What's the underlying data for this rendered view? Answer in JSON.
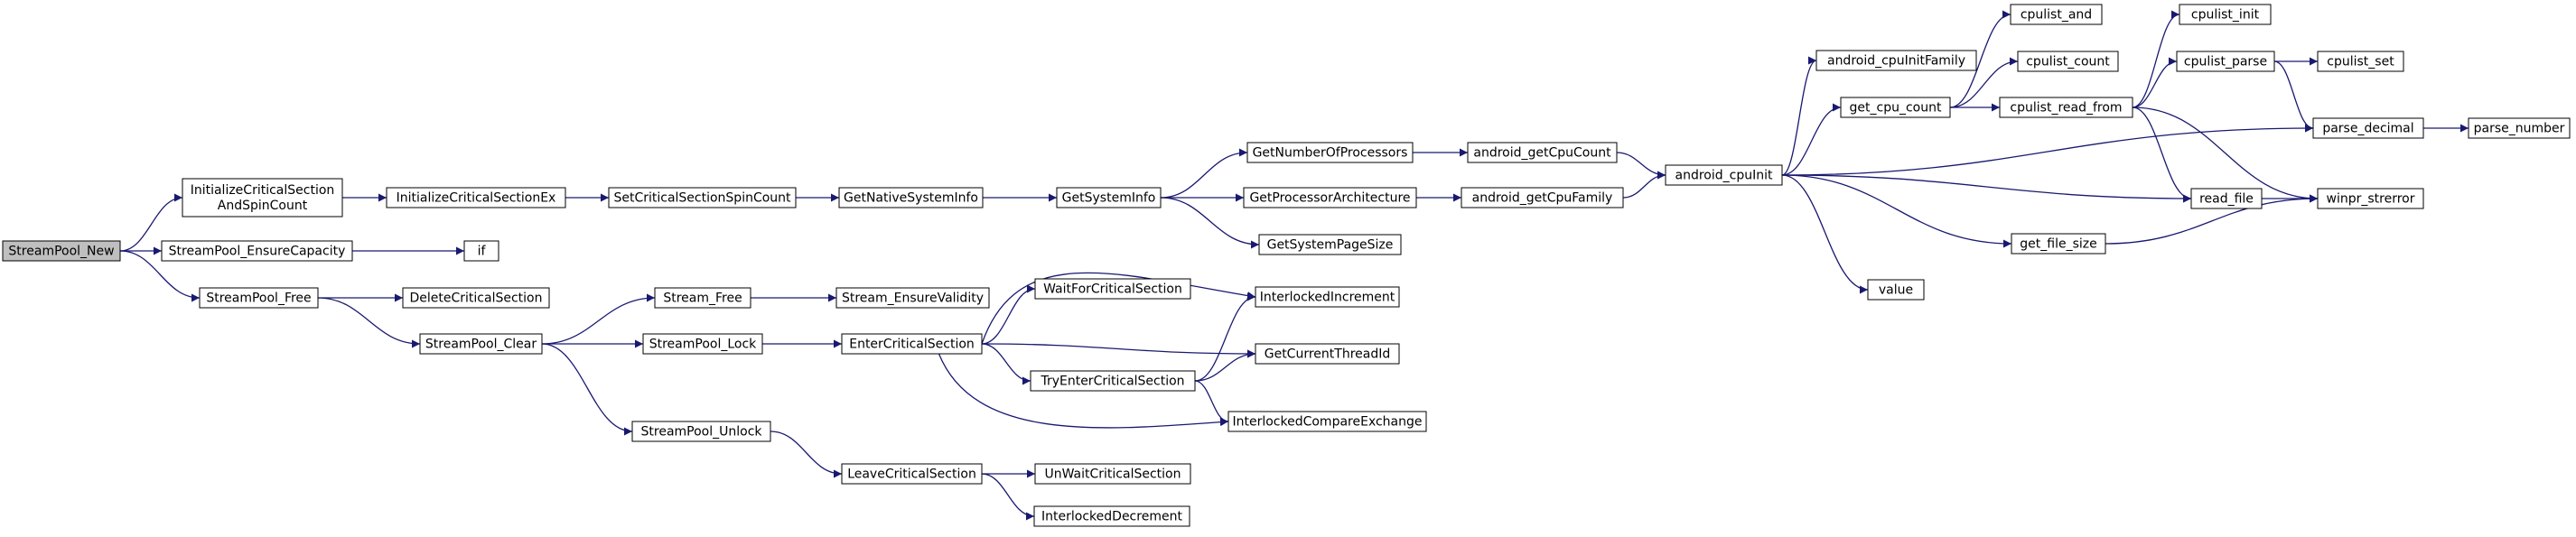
{
  "diagram": {
    "type": "call-graph",
    "colors": {
      "edge": "#191970",
      "root_fill": "#bfbfbf",
      "node_fill": "#ffffff",
      "border": "#000000"
    },
    "nodes": [
      {
        "id": "StreamPool_New",
        "lines": [
          "StreamPool_New"
        ],
        "root": true
      },
      {
        "id": "InitializeCriticalSectionAndSpinCount",
        "lines": [
          "InitializeCriticalSection",
          "AndSpinCount"
        ]
      },
      {
        "id": "StreamPool_EnsureCapacity",
        "lines": [
          "StreamPool_EnsureCapacity"
        ]
      },
      {
        "id": "StreamPool_Free",
        "lines": [
          "StreamPool_Free"
        ]
      },
      {
        "id": "InitializeCriticalSectionEx",
        "lines": [
          "InitializeCriticalSectionEx"
        ]
      },
      {
        "id": "if",
        "lines": [
          "if"
        ]
      },
      {
        "id": "DeleteCriticalSection",
        "lines": [
          "DeleteCriticalSection"
        ]
      },
      {
        "id": "StreamPool_Clear",
        "lines": [
          "StreamPool_Clear"
        ]
      },
      {
        "id": "SetCriticalSectionSpinCount",
        "lines": [
          "SetCriticalSectionSpinCount"
        ]
      },
      {
        "id": "Stream_Free",
        "lines": [
          "Stream_Free"
        ]
      },
      {
        "id": "StreamPool_Lock",
        "lines": [
          "StreamPool_Lock"
        ]
      },
      {
        "id": "StreamPool_Unlock",
        "lines": [
          "StreamPool_Unlock"
        ]
      },
      {
        "id": "GetNativeSystemInfo",
        "lines": [
          "GetNativeSystemInfo"
        ]
      },
      {
        "id": "Stream_EnsureValidity",
        "lines": [
          "Stream_EnsureValidity"
        ]
      },
      {
        "id": "EnterCriticalSection",
        "lines": [
          "EnterCriticalSection"
        ]
      },
      {
        "id": "LeaveCriticalSection",
        "lines": [
          "LeaveCriticalSection"
        ]
      },
      {
        "id": "GetSystemInfo",
        "lines": [
          "GetSystemInfo"
        ]
      },
      {
        "id": "WaitForCriticalSection",
        "lines": [
          "WaitForCriticalSection"
        ]
      },
      {
        "id": "TryEnterCriticalSection",
        "lines": [
          "TryEnterCriticalSection"
        ]
      },
      {
        "id": "UnWaitCriticalSection",
        "lines": [
          "UnWaitCriticalSection"
        ]
      },
      {
        "id": "InterlockedDecrement",
        "lines": [
          "InterlockedDecrement"
        ]
      },
      {
        "id": "GetNumberOfProcessors",
        "lines": [
          "GetNumberOfProcessors"
        ]
      },
      {
        "id": "GetProcessorArchitecture",
        "lines": [
          "GetProcessorArchitecture"
        ]
      },
      {
        "id": "GetSystemPageSize",
        "lines": [
          "GetSystemPageSize"
        ]
      },
      {
        "id": "InterlockedIncrement",
        "lines": [
          "InterlockedIncrement"
        ]
      },
      {
        "id": "GetCurrentThreadId",
        "lines": [
          "GetCurrentThreadId"
        ]
      },
      {
        "id": "InterlockedCompareExchange",
        "lines": [
          "InterlockedCompareExchange"
        ]
      },
      {
        "id": "android_getCpuCount",
        "lines": [
          "android_getCpuCount"
        ]
      },
      {
        "id": "android_getCpuFamily",
        "lines": [
          "android_getCpuFamily"
        ]
      },
      {
        "id": "android_cpuInit",
        "lines": [
          "android_cpuInit"
        ]
      },
      {
        "id": "android_cpuInitFamily",
        "lines": [
          "android_cpuInitFamily"
        ]
      },
      {
        "id": "get_cpu_count",
        "lines": [
          "get_cpu_count"
        ]
      },
      {
        "id": "value",
        "lines": [
          "value"
        ]
      },
      {
        "id": "cpulist_and",
        "lines": [
          "cpulist_and"
        ]
      },
      {
        "id": "cpulist_count",
        "lines": [
          "cpulist_count"
        ]
      },
      {
        "id": "cpulist_read_from",
        "lines": [
          "cpulist_read_from"
        ]
      },
      {
        "id": "get_file_size",
        "lines": [
          "get_file_size"
        ]
      },
      {
        "id": "cpulist_init",
        "lines": [
          "cpulist_init"
        ]
      },
      {
        "id": "cpulist_parse",
        "lines": [
          "cpulist_parse"
        ]
      },
      {
        "id": "read_file",
        "lines": [
          "read_file"
        ]
      },
      {
        "id": "cpulist_set",
        "lines": [
          "cpulist_set"
        ]
      },
      {
        "id": "parse_decimal",
        "lines": [
          "parse_decimal"
        ]
      },
      {
        "id": "winpr_strerror",
        "lines": [
          "winpr_strerror"
        ]
      },
      {
        "id": "parse_number",
        "lines": [
          "parse_number"
        ]
      }
    ],
    "edges": [
      [
        "StreamPool_New",
        "InitializeCriticalSectionAndSpinCount"
      ],
      [
        "StreamPool_New",
        "StreamPool_EnsureCapacity"
      ],
      [
        "StreamPool_New",
        "StreamPool_Free"
      ],
      [
        "InitializeCriticalSectionAndSpinCount",
        "InitializeCriticalSectionEx"
      ],
      [
        "InitializeCriticalSectionEx",
        "SetCriticalSectionSpinCount"
      ],
      [
        "SetCriticalSectionSpinCount",
        "GetNativeSystemInfo"
      ],
      [
        "GetNativeSystemInfo",
        "GetSystemInfo"
      ],
      [
        "GetSystemInfo",
        "GetNumberOfProcessors"
      ],
      [
        "GetSystemInfo",
        "GetProcessorArchitecture"
      ],
      [
        "GetSystemInfo",
        "GetSystemPageSize"
      ],
      [
        "GetNumberOfProcessors",
        "android_getCpuCount"
      ],
      [
        "GetProcessorArchitecture",
        "android_getCpuFamily"
      ],
      [
        "android_getCpuCount",
        "android_cpuInit"
      ],
      [
        "android_getCpuFamily",
        "android_cpuInit"
      ],
      [
        "android_cpuInit",
        "android_cpuInitFamily"
      ],
      [
        "android_cpuInit",
        "get_cpu_count"
      ],
      [
        "android_cpuInit",
        "parse_decimal"
      ],
      [
        "android_cpuInit",
        "read_file"
      ],
      [
        "android_cpuInit",
        "get_file_size"
      ],
      [
        "android_cpuInit",
        "value"
      ],
      [
        "get_cpu_count",
        "cpulist_and"
      ],
      [
        "get_cpu_count",
        "cpulist_count"
      ],
      [
        "get_cpu_count",
        "cpulist_read_from"
      ],
      [
        "cpulist_read_from",
        "cpulist_init"
      ],
      [
        "cpulist_read_from",
        "cpulist_parse"
      ],
      [
        "cpulist_read_from",
        "read_file"
      ],
      [
        "cpulist_read_from",
        "winpr_strerror"
      ],
      [
        "cpulist_parse",
        "cpulist_set"
      ],
      [
        "cpulist_parse",
        "parse_decimal"
      ],
      [
        "parse_decimal",
        "parse_number"
      ],
      [
        "read_file",
        "winpr_strerror"
      ],
      [
        "get_file_size",
        "winpr_strerror"
      ],
      [
        "StreamPool_EnsureCapacity",
        "if"
      ],
      [
        "StreamPool_Free",
        "DeleteCriticalSection"
      ],
      [
        "StreamPool_Free",
        "StreamPool_Clear"
      ],
      [
        "StreamPool_Clear",
        "Stream_Free"
      ],
      [
        "StreamPool_Clear",
        "StreamPool_Lock"
      ],
      [
        "StreamPool_Clear",
        "StreamPool_Unlock"
      ],
      [
        "Stream_Free",
        "Stream_EnsureValidity"
      ],
      [
        "StreamPool_Lock",
        "EnterCriticalSection"
      ],
      [
        "EnterCriticalSection",
        "InterlockedIncrement"
      ],
      [
        "EnterCriticalSection",
        "WaitForCriticalSection"
      ],
      [
        "EnterCriticalSection",
        "GetCurrentThreadId"
      ],
      [
        "EnterCriticalSection",
        "TryEnterCriticalSection"
      ],
      [
        "EnterCriticalSection",
        "InterlockedCompareExchange"
      ],
      [
        "TryEnterCriticalSection",
        "InterlockedIncrement"
      ],
      [
        "TryEnterCriticalSection",
        "GetCurrentThreadId"
      ],
      [
        "TryEnterCriticalSection",
        "InterlockedCompareExchange"
      ],
      [
        "StreamPool_Unlock",
        "LeaveCriticalSection"
      ],
      [
        "LeaveCriticalSection",
        "UnWaitCriticalSection"
      ],
      [
        "LeaveCriticalSection",
        "InterlockedDecrement"
      ]
    ]
  }
}
